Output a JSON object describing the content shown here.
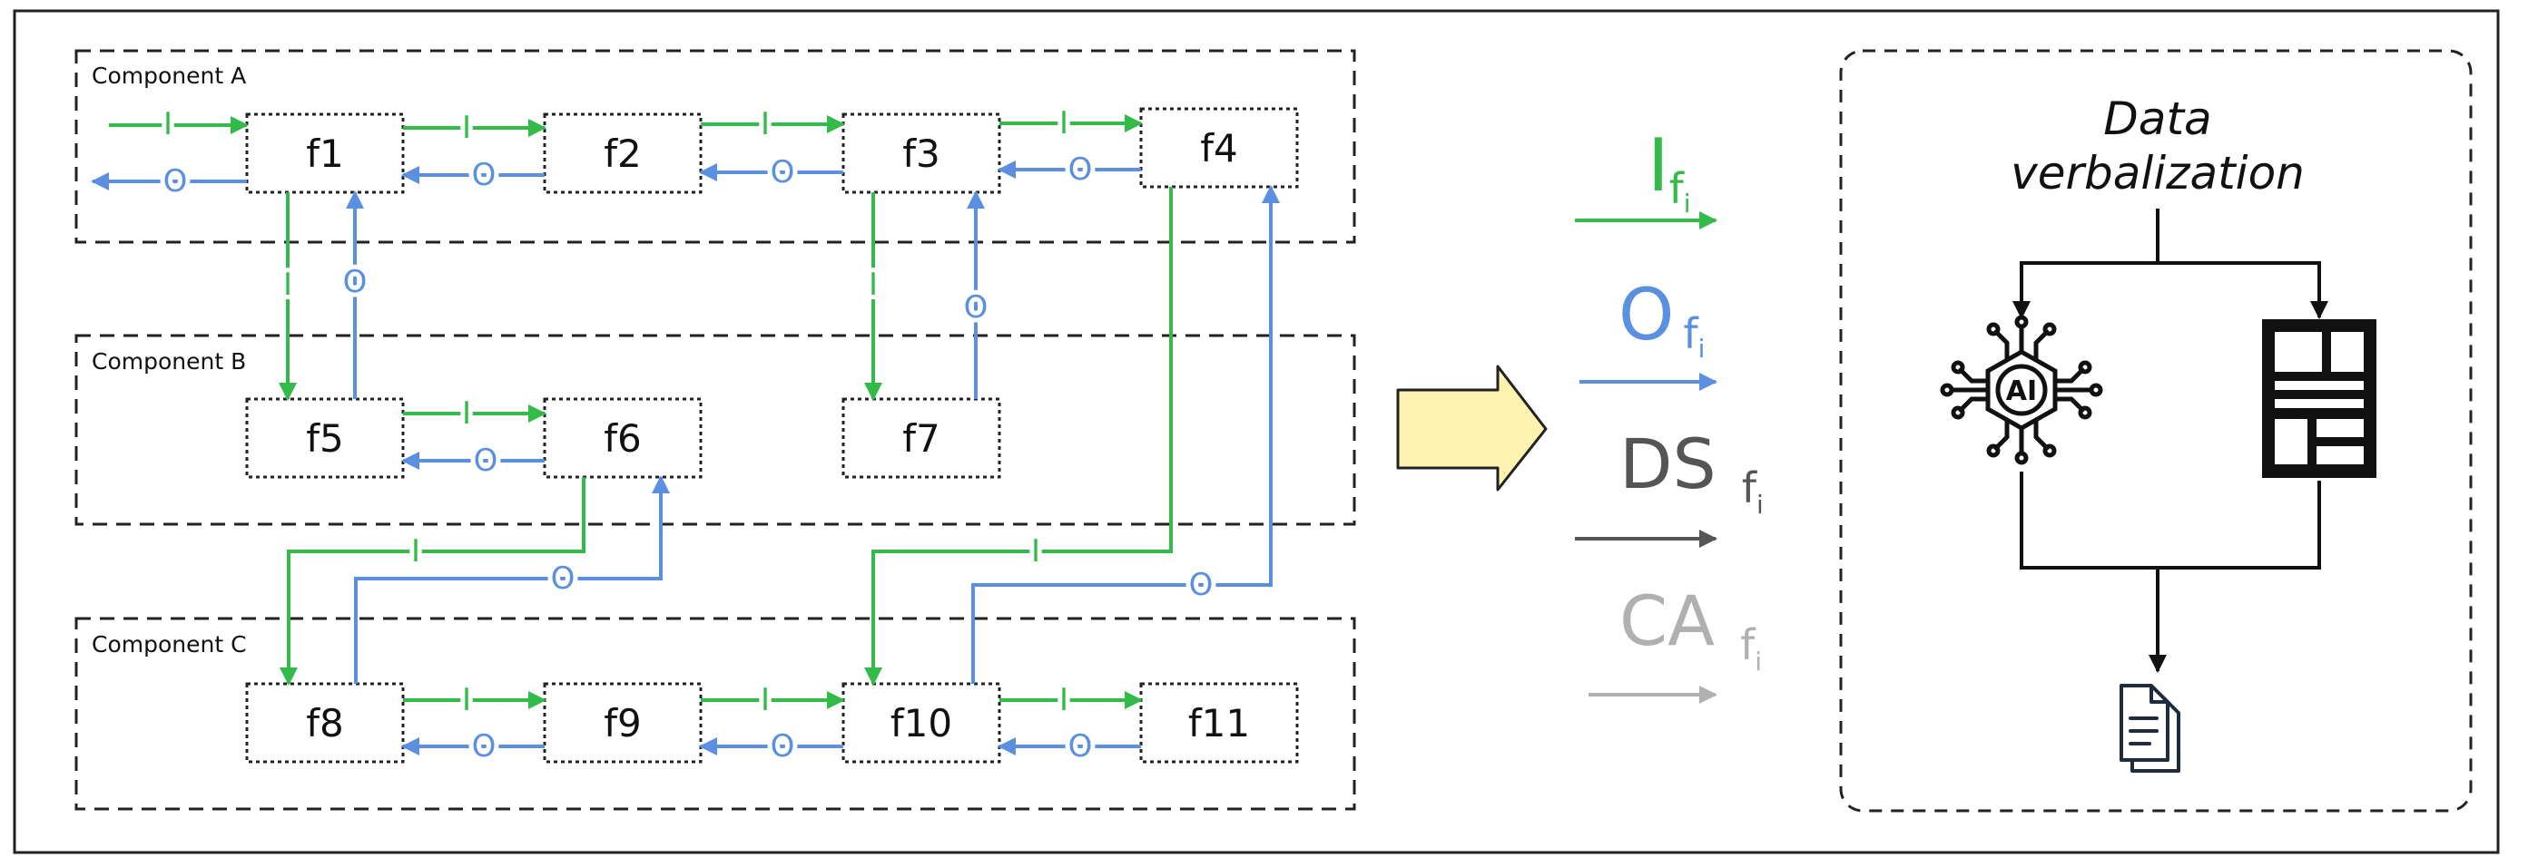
{
  "components": {
    "a": "Component A",
    "b": "Component B",
    "c": "Component C"
  },
  "functions": [
    "f1",
    "f2",
    "f3",
    "f4",
    "f5",
    "f6",
    "f7",
    "f8",
    "f9",
    "f10",
    "f11"
  ],
  "flow_labels": {
    "input": "I",
    "output": "O"
  },
  "legend": {
    "input_main": "I",
    "output_main": "O",
    "ds_main": "DS",
    "ca_main": "CA",
    "subscript": "f",
    "subscript_index": "i"
  },
  "verbalization": {
    "title_line1": "Data",
    "title_line2": "verbalization",
    "ai_chip_text": "AI"
  },
  "icons": [
    "ai-chip-icon",
    "document-page-icon",
    "documents-icon",
    "transform-arrow-icon"
  ],
  "colors": {
    "input": "#33bb4a",
    "output": "#5b8fdf",
    "ds": "#555555",
    "ca": "#b0b0b0",
    "arrow_fill": "#fdf3b0"
  }
}
